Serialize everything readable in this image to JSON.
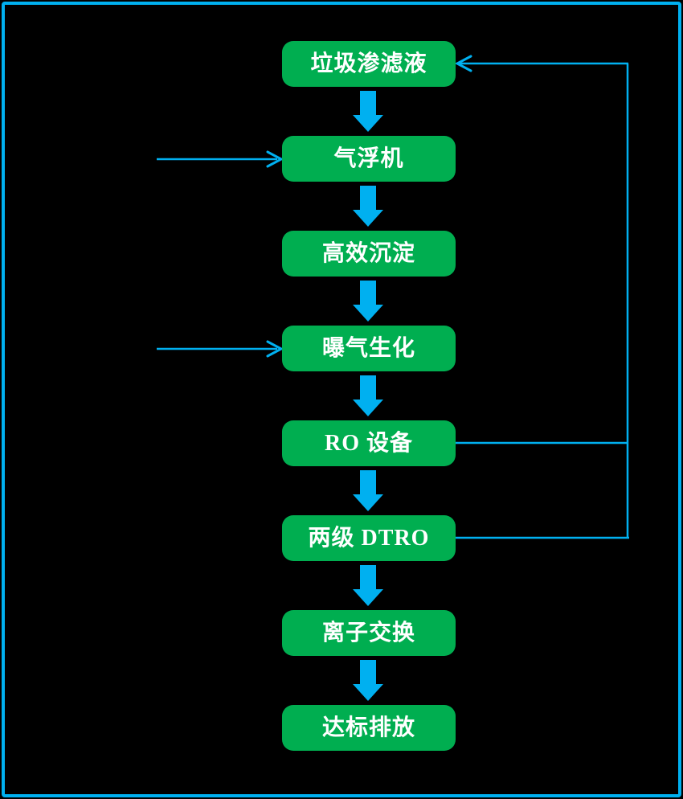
{
  "colors": {
    "background": "#000000",
    "frame": "#00B0F0",
    "arrow": "#00B0F0",
    "box_fill": "#00AE50",
    "box_text": "#FFFFFF"
  },
  "flowchart": {
    "steps": [
      {
        "id": "leachate",
        "label": "垃圾渗滤液"
      },
      {
        "id": "air-flotation",
        "label": "气浮机"
      },
      {
        "id": "high-efficiency-sedimentation",
        "label": "高效沉淀"
      },
      {
        "id": "aeration-biochemical",
        "label": "曝气生化"
      },
      {
        "id": "ro-equipment",
        "label": "RO 设备"
      },
      {
        "id": "two-stage-dtro",
        "label": "两级 DTRO"
      },
      {
        "id": "ion-exchange",
        "label": "离子交换"
      },
      {
        "id": "compliant-discharge",
        "label": "达标排放"
      }
    ],
    "connections": [
      {
        "from": "垃圾渗滤液",
        "to": "气浮机",
        "style": "thick-down-arrow"
      },
      {
        "from": "气浮机",
        "to": "高效沉淀",
        "style": "thick-down-arrow"
      },
      {
        "from": "高效沉淀",
        "to": "曝气生化",
        "style": "thick-down-arrow"
      },
      {
        "from": "曝气生化",
        "to": "RO 设备",
        "style": "thick-down-arrow"
      },
      {
        "from": "RO 设备",
        "to": "两级 DTRO",
        "style": "thick-down-arrow"
      },
      {
        "from": "两级 DTRO",
        "to": "离子交换",
        "style": "thick-down-arrow"
      },
      {
        "from": "离子交换",
        "to": "达标排放",
        "style": "thick-down-arrow"
      },
      {
        "from": "外部进水(左)",
        "to": "气浮机",
        "style": "thin-left-inlet-arrow"
      },
      {
        "from": "外部进水(左)",
        "to": "曝气生化",
        "style": "thin-left-inlet-arrow"
      },
      {
        "from": "RO 设备",
        "to": "垃圾渗滤液",
        "style": "thin-right-return-loop"
      },
      {
        "from": "两级 DTRO",
        "to": "垃圾渗滤液",
        "style": "thin-right-return-loop"
      }
    ]
  }
}
